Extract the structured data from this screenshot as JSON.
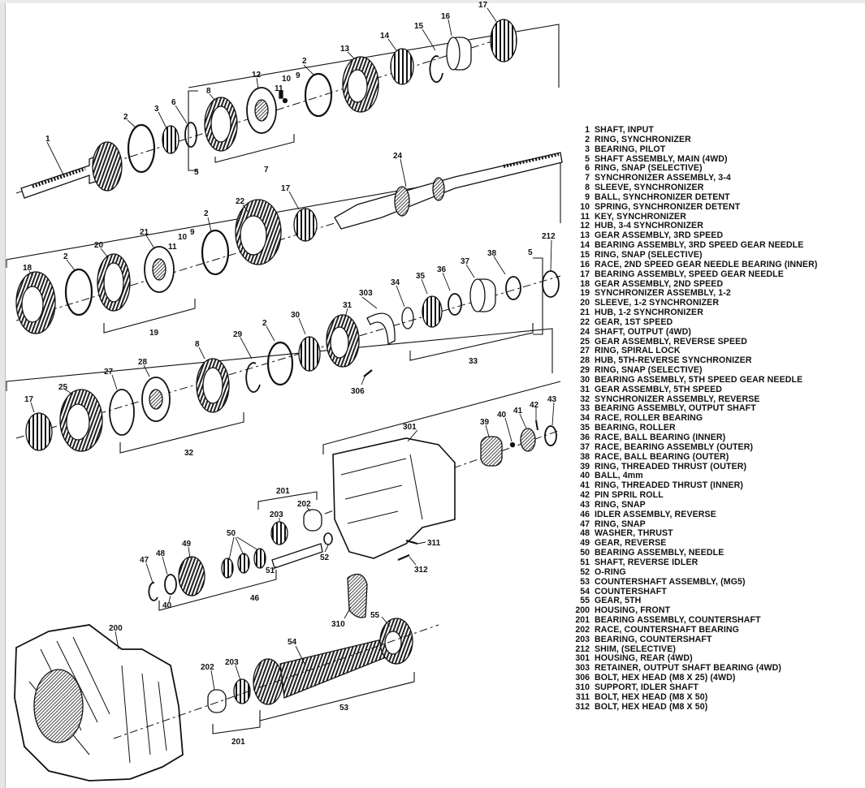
{
  "callouts": {
    "c1": "1",
    "c2a": "2",
    "c3": "3",
    "c6": "6",
    "c8a": "8",
    "c5a": "5",
    "c7": "7",
    "c12a": "12",
    "c10a": "10",
    "c9a": "9",
    "c11a": "11",
    "c2b": "2",
    "c13": "13",
    "c14": "14",
    "c15": "15",
    "c16": "16",
    "c17a": "17",
    "c24": "24",
    "c22": "22",
    "c17b": "17",
    "c2c": "2",
    "c21": "21",
    "c9b": "9",
    "c10b": "10",
    "c11b": "11",
    "c20": "20",
    "c2d": "2",
    "c18": "18",
    "c19": "19",
    "c212a": "212",
    "c5b": "5",
    "c38": "38",
    "c37": "37",
    "c36": "36",
    "c35": "35",
    "c34": "34",
    "c303": "303",
    "c33": "33",
    "c31": "31",
    "c30": "30",
    "c2e": "2",
    "c29": "29",
    "c8b": "8",
    "c28": "28",
    "c27": "27",
    "c25": "25",
    "c17c": "17",
    "c32": "32",
    "c306": "306",
    "c301": "301",
    "c39": "39",
    "c40a": "40",
    "c41": "41",
    "c42": "42",
    "c43": "43",
    "c201a": "201",
    "c202a": "202",
    "c203a": "203",
    "c50": "50",
    "c52": "52",
    "c51": "51",
    "c49": "49",
    "c48": "48",
    "c47": "47",
    "c40b": "40",
    "c46": "46",
    "c311": "311",
    "c312": "312",
    "c310": "310",
    "c55": "55",
    "c54": "54",
    "c200": "200",
    "c202b": "202",
    "c203b": "203",
    "c53": "53",
    "c201b": "201"
  },
  "legend": [
    {
      "num": "1",
      "desc": "SHAFT, INPUT"
    },
    {
      "num": "2",
      "desc": "RING, SYNCHRONIZER"
    },
    {
      "num": "3",
      "desc": "BEARING, PILOT"
    },
    {
      "num": "5",
      "desc": "SHAFT ASSEMBLY, MAIN (4WD)"
    },
    {
      "num": "6",
      "desc": "RING, SNAP (SELECTIVE)"
    },
    {
      "num": "7",
      "desc": "SYNCHRONIZER ASSEMBLY, 3-4"
    },
    {
      "num": "8",
      "desc": "SLEEVE, SYNCHRONIZER"
    },
    {
      "num": "9",
      "desc": "BALL, SYNCHRONIZER DETENT"
    },
    {
      "num": "10",
      "desc": "SPRING, SYNCHRONIZER DETENT"
    },
    {
      "num": "11",
      "desc": "KEY, SYNCHRONIZER"
    },
    {
      "num": "12",
      "desc": "HUB, 3-4 SYNCHRONIZER"
    },
    {
      "num": "13",
      "desc": "GEAR ASSEMBLY, 3RD SPEED"
    },
    {
      "num": "14",
      "desc": "BEARING ASSEMBLY, 3RD SPEED GEAR NEEDLE"
    },
    {
      "num": "15",
      "desc": "RING, SNAP (SELECTIVE)"
    },
    {
      "num": "16",
      "desc": "RACE, 2ND SPEED GEAR NEEDLE BEARING (INNER)"
    },
    {
      "num": "17",
      "desc": "BEARING ASSEMBLY, SPEED GEAR NEEDLE"
    },
    {
      "num": "18",
      "desc": "GEAR ASSEMBLY, 2ND SPEED"
    },
    {
      "num": "19",
      "desc": "SYNCHRONIZER ASSEMBLY, 1-2"
    },
    {
      "num": "20",
      "desc": "SLEEVE, 1-2 SYNCHRONIZER"
    },
    {
      "num": "21",
      "desc": "HUB, 1-2 SYNCHRONIZER"
    },
    {
      "num": "22",
      "desc": "GEAR, 1ST SPEED"
    },
    {
      "num": "24",
      "desc": "SHAFT, OUTPUT (4WD)"
    },
    {
      "num": "25",
      "desc": "GEAR ASSEMBLY, REVERSE SPEED"
    },
    {
      "num": "27",
      "desc": "RING, SPIRAL LOCK"
    },
    {
      "num": "28",
      "desc": "HUB, 5TH-REVERSE SYNCHRONIZER"
    },
    {
      "num": "29",
      "desc": "RING, SNAP (SELECTIVE)"
    },
    {
      "num": "30",
      "desc": "BEARING ASSEMBLY, 5TH SPEED GEAR NEEDLE"
    },
    {
      "num": "31",
      "desc": "GEAR ASSEMBLY, 5TH SPEED"
    },
    {
      "num": "32",
      "desc": "SYNCHRONIZER ASSEMBLY, REVERSE"
    },
    {
      "num": "33",
      "desc": "BEARING ASSEMBLY, OUTPUT SHAFT"
    },
    {
      "num": "34",
      "desc": "RACE, ROLLER BEARING"
    },
    {
      "num": "35",
      "desc": "BEARING, ROLLER"
    },
    {
      "num": "36",
      "desc": "RACE, BALL BEARING (INNER)"
    },
    {
      "num": "37",
      "desc": "RACE, BEARING ASSEMBLY (OUTER)"
    },
    {
      "num": "38",
      "desc": "RACE, BALL BEARING (OUTER)"
    },
    {
      "num": "39",
      "desc": "RING, THREADED THRUST (OUTER)"
    },
    {
      "num": "40",
      "desc": "BALL, 4mm"
    },
    {
      "num": "41",
      "desc": "RING, THREADED THRUST (INNER)"
    },
    {
      "num": "42",
      "desc": "PIN SPRIL ROLL"
    },
    {
      "num": "43",
      "desc": "RING, SNAP"
    },
    {
      "num": "46",
      "desc": "IDLER ASSEMBLY, REVERSE"
    },
    {
      "num": "47",
      "desc": "RING, SNAP"
    },
    {
      "num": "48",
      "desc": "WASHER, THRUST"
    },
    {
      "num": "49",
      "desc": "GEAR, REVERSE"
    },
    {
      "num": "50",
      "desc": "BEARING ASSEMBLY, NEEDLE"
    },
    {
      "num": "51",
      "desc": "SHAFT, REVERSE IDLER"
    },
    {
      "num": "52",
      "desc": "O-RING"
    },
    {
      "num": "53",
      "desc": "COUNTERSHAFT ASSEMBLY, (MG5)"
    },
    {
      "num": "54",
      "desc": "COUNTERSHAFT"
    },
    {
      "num": "55",
      "desc": "GEAR, 5TH"
    },
    {
      "num": "200",
      "desc": "HOUSING, FRONT"
    },
    {
      "num": "201",
      "desc": "BEARING ASSEMBLY, COUNTERSHAFT"
    },
    {
      "num": "202",
      "desc": "RACE, COUNTERSHAFT BEARING"
    },
    {
      "num": "203",
      "desc": "BEARING, COUNTERSHAFT"
    },
    {
      "num": "212",
      "desc": "SHIM, (SELECTIVE)"
    },
    {
      "num": "301",
      "desc": "HOUSING, REAR (4WD)"
    },
    {
      "num": "303",
      "desc": "RETAINER, OUTPUT SHAFT BEARING (4WD)"
    },
    {
      "num": "306",
      "desc": "BOLT, HEX HEAD (M8 X 25) (4WD)"
    },
    {
      "num": "310",
      "desc": "SUPPORT, IDLER SHAFT"
    },
    {
      "num": "311",
      "desc": "BOLT, HEX HEAD (M8 X 50)"
    },
    {
      "num": "312",
      "desc": "BOLT, HEX HEAD (M8 X 50)"
    }
  ]
}
